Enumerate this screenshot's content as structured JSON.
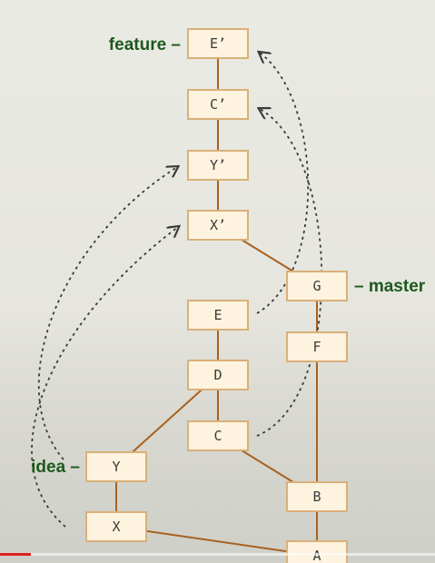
{
  "nodes": [
    {
      "id": "E_prime",
      "label": "E’"
    },
    {
      "id": "C_prime",
      "label": "C’"
    },
    {
      "id": "Y_prime",
      "label": "Y’"
    },
    {
      "id": "X_prime",
      "label": "X’"
    },
    {
      "id": "G",
      "label": "G"
    },
    {
      "id": "E",
      "label": "E"
    },
    {
      "id": "F",
      "label": "F"
    },
    {
      "id": "D",
      "label": "D"
    },
    {
      "id": "C",
      "label": "C"
    },
    {
      "id": "Y",
      "label": "Y"
    },
    {
      "id": "B",
      "label": "B"
    },
    {
      "id": "X",
      "label": "X"
    },
    {
      "id": "A",
      "label": "A"
    }
  ],
  "edges": [
    [
      "E_prime",
      "C_prime"
    ],
    [
      "C_prime",
      "Y_prime"
    ],
    [
      "Y_prime",
      "X_prime"
    ],
    [
      "X_prime",
      "G"
    ],
    [
      "G",
      "F"
    ],
    [
      "F",
      "B"
    ],
    [
      "B",
      "A"
    ],
    [
      "E",
      "D"
    ],
    [
      "D",
      "C"
    ],
    [
      "C",
      "B"
    ],
    [
      "D",
      "Y"
    ],
    [
      "Y",
      "X"
    ],
    [
      "X",
      "A"
    ]
  ],
  "rebase_arrows": [
    {
      "from": "E",
      "to": "E_prime"
    },
    {
      "from": "C",
      "to": "C_prime"
    },
    {
      "from": "Y",
      "to": "Y_prime"
    },
    {
      "from": "X",
      "to": "X_prime"
    }
  ],
  "branch_labels": [
    {
      "text": "feature –",
      "target": "E_prime"
    },
    {
      "text": "– master",
      "target": "G"
    },
    {
      "text": "idea –",
      "target": "Y"
    }
  ],
  "colors": {
    "node_fill": "#fdf3de",
    "node_border": "#d9b07a",
    "edge": "#a8611f",
    "label": "#1d5a1d"
  },
  "video_progress": 0.07
}
